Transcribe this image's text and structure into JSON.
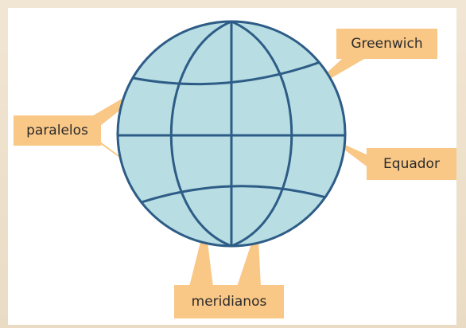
{
  "labels": {
    "greenwich": "Greenwich",
    "paralelos": "paralelos",
    "equador": "Equador",
    "meridianos": "meridianos"
  },
  "colors": {
    "globe_fill": "#b8dde3",
    "globe_stroke": "#2d5c86",
    "callout": "#f9c786"
  }
}
